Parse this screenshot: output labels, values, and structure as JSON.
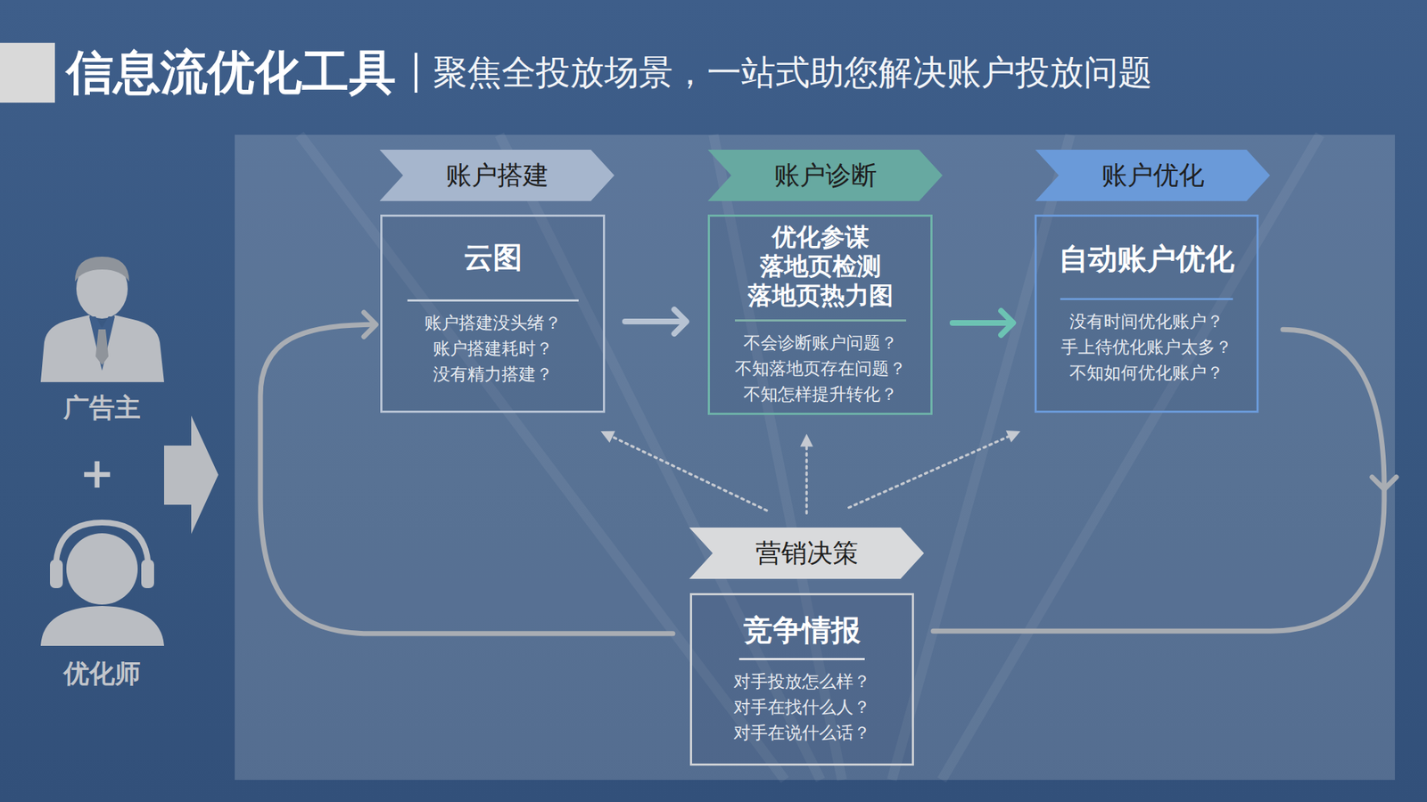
{
  "diagram": {
    "title": "信息流优化工具",
    "nodes": [
      {
        "text": [
          "账户搭建"
        ]
      },
      {
        "text": [
          "云图",
          "账户搭建没头绪？ 账户搭建耗时？ 没有精力搭建？"
        ]
      },
      {
        "text": [
          "账户诊断"
        ]
      },
      {
        "text": [
          "优化参谋 落地页检测 落地页热力图",
          "不会诊断账户问题？ 不知落地页存在问题？ 不知怎样提升转化？"
        ]
      },
      {
        "text": [
          "账户优化"
        ]
      },
      {
        "text": [
          "自动账户优化",
          "没有时间优化账户？ 手上待优化账户太多？ 不知如何优化账户？"
        ]
      },
      {
        "text": [
          "营销决策"
        ]
      },
      {
        "text": [
          "竞争情报",
          "对手投放怎么样？ 对手在找什么人？ 对手在说什么话？"
        ]
      }
    ],
    "edges": [
      {
        "from": 1,
        "to": 3,
        "arrow": "to"
      },
      {
        "from": 3,
        "to": 5,
        "arrow": "to"
      },
      {
        "from": 6,
        "to": 1,
        "arrow": "to"
      },
      {
        "from": 6,
        "to": 3,
        "arrow": "to"
      },
      {
        "from": 6,
        "to": 5,
        "arrow": "to"
      },
      {
        "from": 5,
        "to": 7,
        "arrow": "to"
      },
      {
        "from": 7,
        "to": 1,
        "arrow": "to"
      }
    ],
    "labels": [
      "聚焦全投放场景，一站式助您解决账户投放问题",
      "广告主",
      "+",
      "优化师"
    ]
  }
}
